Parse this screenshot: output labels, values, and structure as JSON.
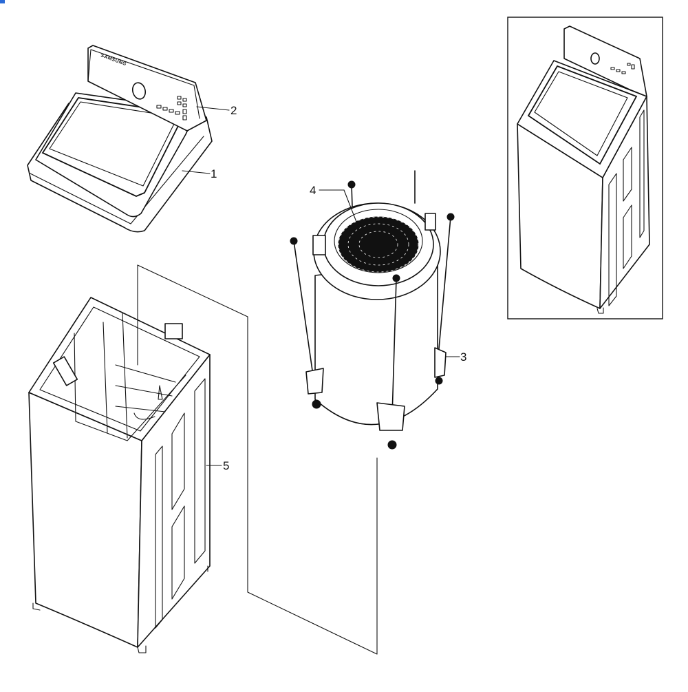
{
  "diagram": {
    "brand_text": "SAMSUNG",
    "callouts": [
      {
        "id": "1",
        "label": "1"
      },
      {
        "id": "2",
        "label": "2"
      },
      {
        "id": "3",
        "label": "3"
      },
      {
        "id": "4",
        "label": "4"
      },
      {
        "id": "5",
        "label": "5"
      }
    ],
    "parts": [
      {
        "callout": "1",
        "name": "top-cover-assembly"
      },
      {
        "callout": "2",
        "name": "control-panel"
      },
      {
        "callout": "3",
        "name": "tub-suspension-assembly"
      },
      {
        "callout": "4",
        "name": "wash-basket"
      },
      {
        "callout": "5",
        "name": "cabinet"
      }
    ],
    "accent_color": "#2a6ad6"
  }
}
